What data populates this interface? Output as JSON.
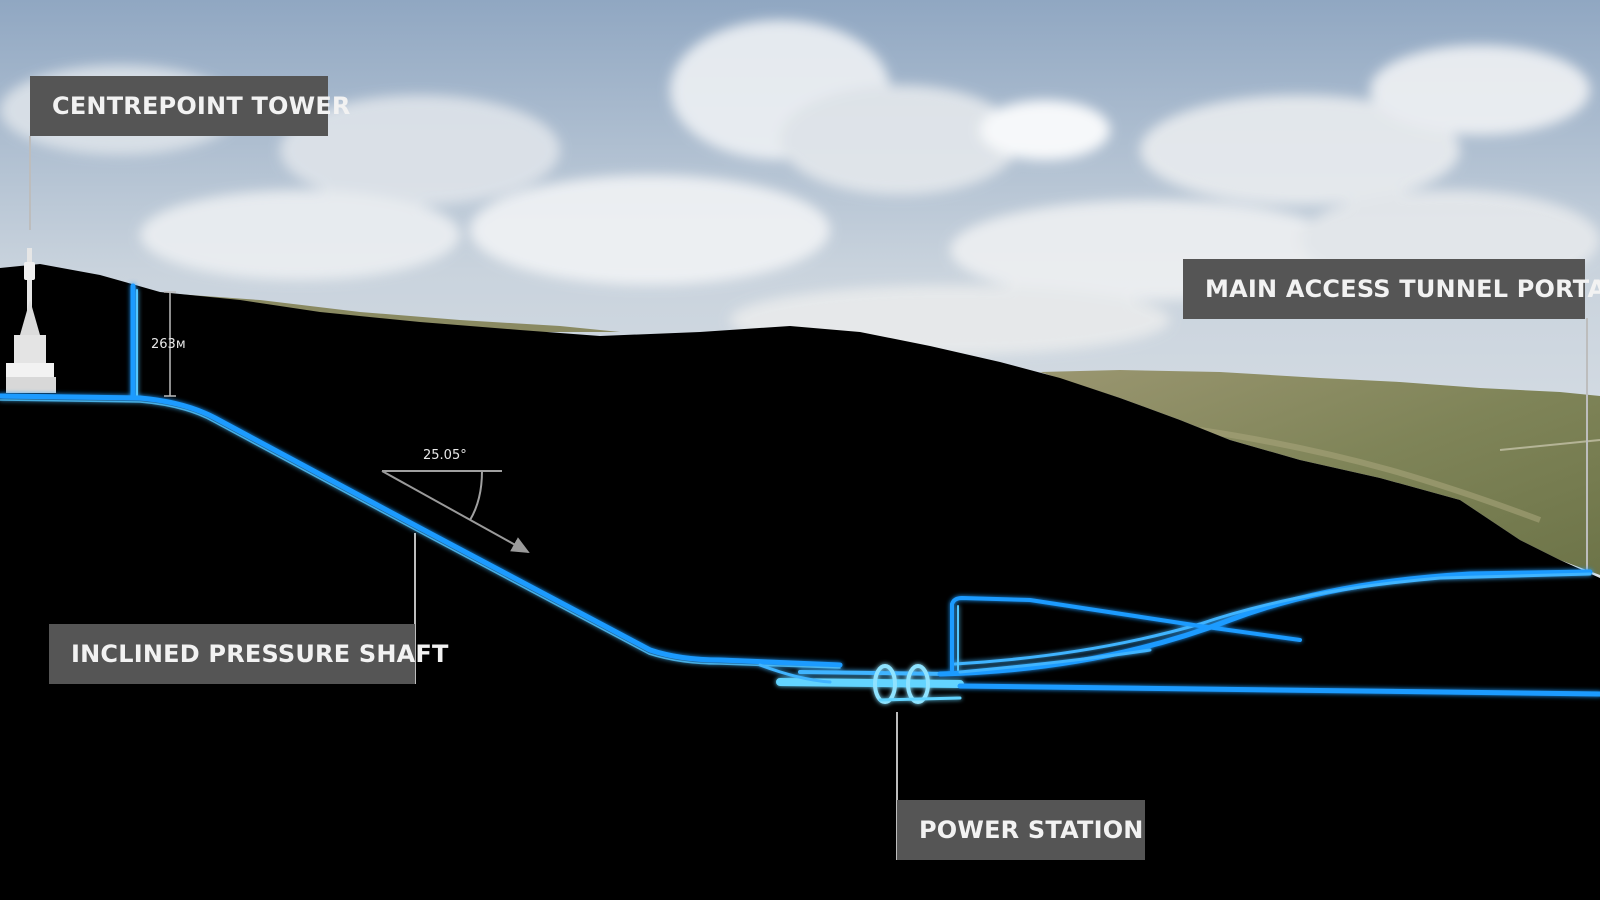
{
  "labels": {
    "tower": "CENTREPOINT TOWER",
    "shaft": "INCLINED PRESSURE SHAFT",
    "portal": "MAIN ACCESS TUNNEL PORTAL",
    "station": "POWER STATION"
  },
  "dimensions": {
    "height": "263м",
    "angle": "25.05°"
  },
  "colors": {
    "tunnel": "#1e9bff",
    "tunnel_glow": "#53c6ff",
    "label_bg": "#555555",
    "ground": "#000000",
    "sky_top": "#9fb3c9",
    "hill": "#8d8c63"
  }
}
